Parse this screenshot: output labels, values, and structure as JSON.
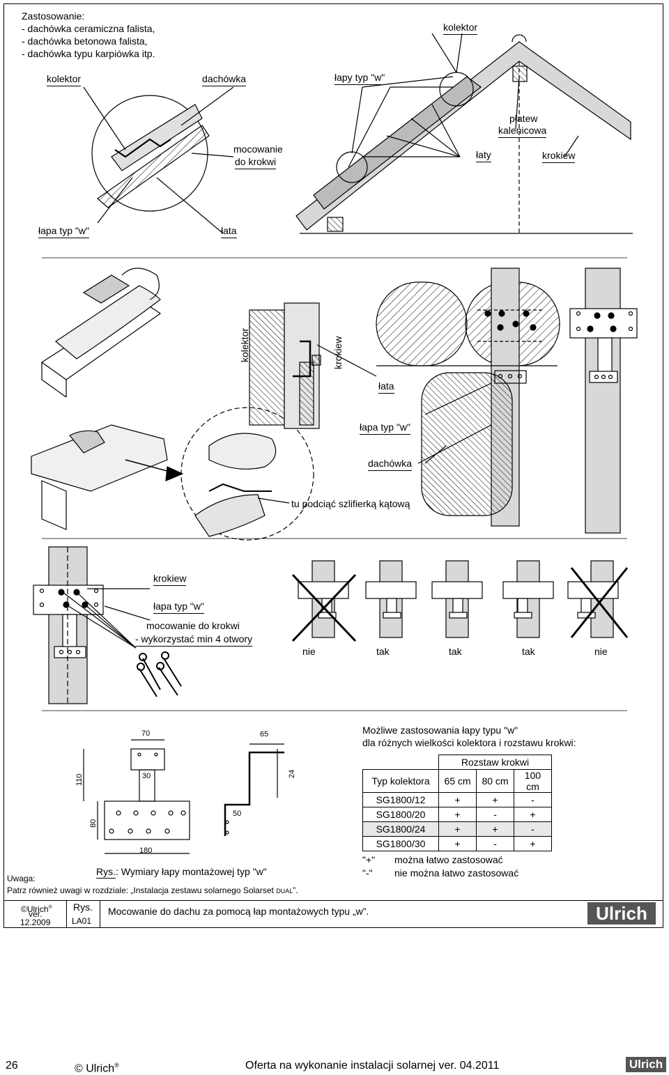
{
  "application": {
    "heading": "Zastosowanie:",
    "items": [
      "- dachówka ceramiczna falista,",
      "- dachówka betonowa falista,",
      "- dachówka typu karpiówka itp."
    ]
  },
  "roof_labels": {
    "kolektor_top": "kolektor",
    "kolektor": "kolektor",
    "dachowka": "dachówka",
    "lapy": "łapy typ \"w\"",
    "mocowanie_1": "mocowanie",
    "mocowanie_2": "do krokwi",
    "platew_1": "płatew",
    "platew_2": "kalenicowa",
    "laty": "łaty",
    "krokiew": "krokiew",
    "lapa": "łapa typ \"w\"",
    "lata": "łata"
  },
  "section_labels": {
    "kolektor": "kolektor",
    "krokiew": "krokiew",
    "lata": "łata",
    "lapa": "łapa typ \"w\"",
    "dachowka": "dachówka",
    "cut_note": "tu podciąć szlifierką kątową"
  },
  "mount_labels": {
    "krokiew": "krokiew",
    "lapa": "łapa typ \"w\"",
    "mocowanie": "mocowanie do krokwi",
    "min_otwory": "- wykorzystać min 4 otwory"
  },
  "placement": [
    "nie",
    "tak",
    "tak",
    "tak",
    "nie"
  ],
  "dimensions": {
    "d70": "70",
    "d65": "65",
    "d110": "110",
    "d30": "30",
    "d24": "24",
    "d80": "80",
    "d50": "50",
    "d180": "180",
    "caption_prefix": "Rys.",
    "caption": ": Wymiary łapy montażowej typ \"w\""
  },
  "usage_table": {
    "title_1": "Możliwe zastosowania łapy typu \"w\"",
    "title_2": "dla różnych wielkości kolektora i rozstawu krokwi:",
    "group_header": "Rozstaw krokwi",
    "type_header": "Typ kolektora",
    "columns": [
      "65 cm",
      "80 cm",
      "100 cm"
    ],
    "rows": [
      {
        "type": "SG1800/12",
        "values": [
          "+",
          "+",
          "-"
        ]
      },
      {
        "type": "SG1800/20",
        "values": [
          "+",
          "-",
          "+"
        ]
      },
      {
        "type": "SG1800/24",
        "values": [
          "+",
          "+",
          "-"
        ]
      },
      {
        "type": "SG1800/30",
        "values": [
          "+",
          "-",
          "+"
        ]
      }
    ],
    "legend_plus_key": "\"+\"",
    "legend_plus": "można łatwo zastosować",
    "legend_minus_key": "\"-\"",
    "legend_minus": "nie można łatwo zastosować"
  },
  "note": {
    "title": "Uwaga:",
    "text_prefix": "Patrz również uwagi w rozdziale: „Instalacja zestawu solarnego Solarset ",
    "dual": "DUAL",
    "text_suffix": "”."
  },
  "footer": {
    "copyright": "©Ulrich",
    "reg": "®",
    "ver_label": "ver.",
    "ver_date": "12.2009",
    "rys": "Rys.",
    "code": "LA01",
    "title": "Mocowanie do dachu za pomocą łap montażowych typu „w”.",
    "logo": "Ulrich"
  },
  "page_footer": {
    "page_number": "26",
    "brand": "© Ulrich",
    "reg": "®",
    "title": "Oferta na wykonanie instalacji solarnej  ver. 04.2011",
    "logo": "Ulrich"
  }
}
